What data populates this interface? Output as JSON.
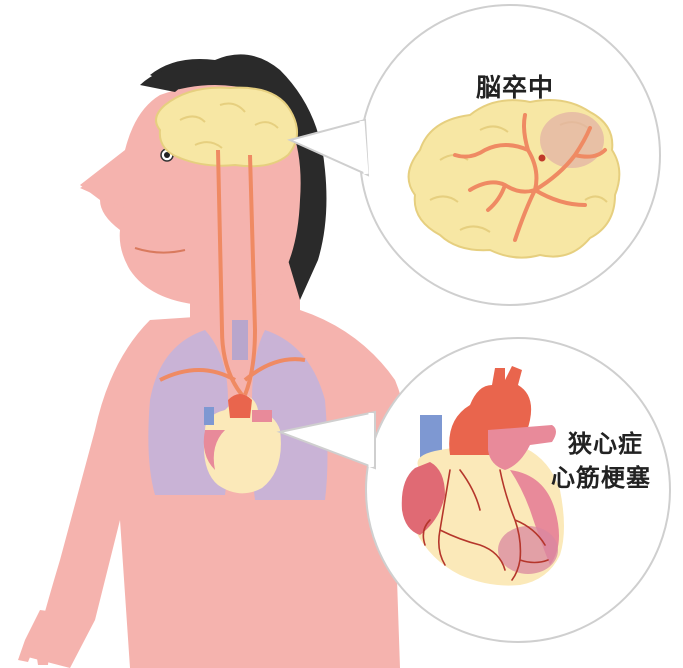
{
  "labels": {
    "stroke": "脳卒中",
    "heart_line1": "狭心症",
    "heart_line2": "心筋梗塞"
  },
  "colors": {
    "skin": "#f5b3ae",
    "hair": "#2a2a2a",
    "brain": "#f7e7a4",
    "brain_outline": "#e6cf7f",
    "artery": "#ef8a63",
    "lungs": "#c9b3d6",
    "heart_red": "#e9654d",
    "heart_pink": "#e88a9a",
    "vein_blue": "#7e98d2",
    "heart_cream": "#fbe9b9"
  }
}
